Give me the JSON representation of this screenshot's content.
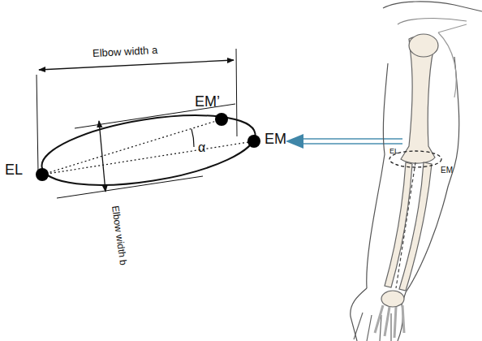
{
  "diagram": {
    "labels": [
      "Elbow width a",
      "EM’",
      "EM",
      "EL",
      "α",
      "Elbow width b",
      "EL",
      "EM"
    ]
  }
}
